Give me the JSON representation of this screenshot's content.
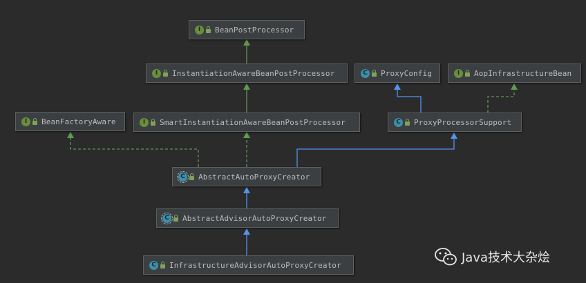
{
  "colors": {
    "background": "#2b2b2b",
    "node_fill": "#3c3f41",
    "node_border": "#5e6060",
    "text": "#bbbbbb",
    "interface_badge": "#6a8f3c",
    "class_badge": "#3f8fa8",
    "implements_arrow": "#629755",
    "extends_interface_arrow": "#629755",
    "extends_class_arrow": "#5394ec"
  },
  "nodes": {
    "bean_post_processor": {
      "label": "BeanPostProcessor",
      "badge": "I",
      "kind": "interface"
    },
    "instantiation_aware": {
      "label": "InstantiationAwareBeanPostProcessor",
      "badge": "I",
      "kind": "interface"
    },
    "proxy_config": {
      "label": "ProxyConfig",
      "badge": "C",
      "kind": "class"
    },
    "aop_infrastructure_bean": {
      "label": "AopInfrastructureBean",
      "badge": "I",
      "kind": "interface"
    },
    "bean_factory_aware": {
      "label": "BeanFactoryAware",
      "badge": "I",
      "kind": "interface"
    },
    "smart_instantiation_aware": {
      "label": "SmartInstantiationAwareBeanPostProcessor",
      "badge": "I",
      "kind": "interface"
    },
    "proxy_processor_support": {
      "label": "ProxyProcessorSupport",
      "badge": "C",
      "kind": "class"
    },
    "abstract_auto_proxy_creator": {
      "label": "AbstractAutoProxyCreator",
      "badge": "C",
      "kind": "abstract"
    },
    "abstract_advisor_auto_proxy_creator": {
      "label": "AbstractAdvisorAutoProxyCreator",
      "badge": "C",
      "kind": "abstract"
    },
    "infrastructure_advisor_auto_proxy_creator": {
      "label": "InfrastructureAdvisorAutoProxyCreator",
      "badge": "C",
      "kind": "class"
    }
  },
  "edges": [
    {
      "from": "instantiation_aware",
      "to": "bean_post_processor",
      "type": "extends-interface"
    },
    {
      "from": "smart_instantiation_aware",
      "to": "instantiation_aware",
      "type": "extends-interface"
    },
    {
      "from": "proxy_processor_support",
      "to": "proxy_config",
      "type": "extends-class"
    },
    {
      "from": "proxy_processor_support",
      "to": "aop_infrastructure_bean",
      "type": "implements"
    },
    {
      "from": "abstract_auto_proxy_creator",
      "to": "bean_factory_aware",
      "type": "implements"
    },
    {
      "from": "abstract_auto_proxy_creator",
      "to": "smart_instantiation_aware",
      "type": "implements"
    },
    {
      "from": "abstract_auto_proxy_creator",
      "to": "proxy_processor_support",
      "type": "extends-class"
    },
    {
      "from": "abstract_advisor_auto_proxy_creator",
      "to": "abstract_auto_proxy_creator",
      "type": "extends-class"
    },
    {
      "from": "infrastructure_advisor_auto_proxy_creator",
      "to": "abstract_advisor_auto_proxy_creator",
      "type": "extends-class"
    }
  ],
  "watermark": {
    "text": "Java技术大杂烩",
    "icon": "wechat-icon"
  }
}
